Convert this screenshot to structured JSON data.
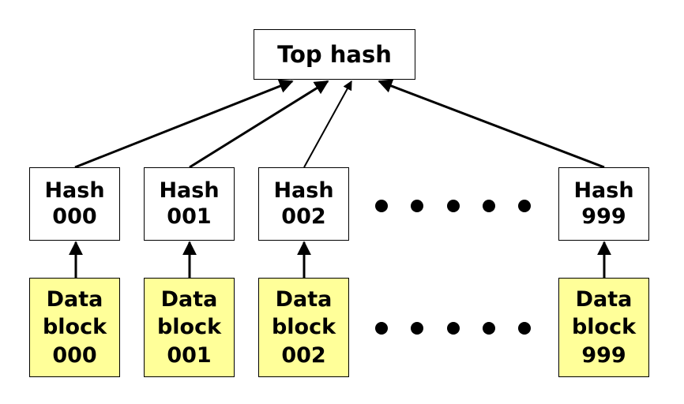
{
  "colors": {
    "data_fill": "#ffff99",
    "stroke": "#000000"
  },
  "top": {
    "label": "Top hash"
  },
  "hashes": [
    {
      "label": "Hash\n000"
    },
    {
      "label": "Hash\n001"
    },
    {
      "label": "Hash\n002"
    },
    {
      "label": "Hash\n999"
    }
  ],
  "data_blocks": [
    {
      "label": "Data\nblock\n000"
    },
    {
      "label": "Data\nblock\n001"
    },
    {
      "label": "Data\nblock\n002"
    },
    {
      "label": "Data\nblock\n999"
    }
  ]
}
